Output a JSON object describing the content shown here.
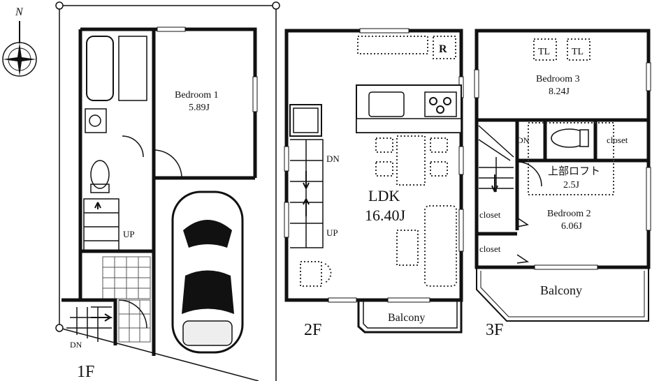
{
  "compass": {
    "north_label": "N"
  },
  "floor1": {
    "label": "1F",
    "bedroom1": {
      "name": "Bedroom 1",
      "size": "5.89J"
    },
    "stairs_up": "UP",
    "stairs_down": "DN"
  },
  "floor2": {
    "label": "2F",
    "ldk": {
      "name": "LDK",
      "size": "16.40J"
    },
    "fridge_mark": "R",
    "stairs_down": "DN",
    "stairs_up": "UP",
    "balcony": "Balcony"
  },
  "floor3": {
    "label": "3F",
    "toplight_1": "TL",
    "toplight_2": "TL",
    "bedroom3": {
      "name": "Bedroom 3",
      "size": "8.24J"
    },
    "stairs_down": "DN",
    "closet_top": "closet",
    "loft": {
      "name": "上部ロフト",
      "size": "2.5J"
    },
    "bedroom2": {
      "name": "Bedroom 2",
      "size": "6.06J"
    },
    "closet_1": "closet",
    "closet_2": "closet",
    "balcony": "Balcony"
  }
}
